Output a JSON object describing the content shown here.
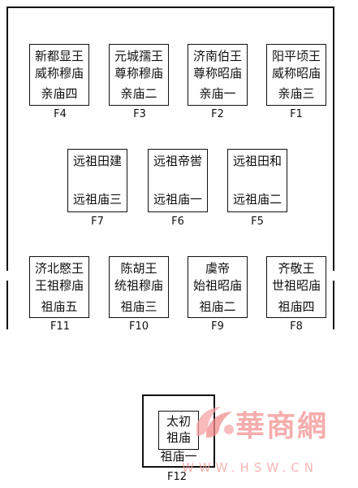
{
  "row1": [
    {
      "line1": "新都显王",
      "line2": "威称穆庙",
      "line3": "亲庙四",
      "code": "F4"
    },
    {
      "line1": "元城孺王",
      "line2": "尊称穆庙",
      "line3": "亲庙二",
      "code": "F3"
    },
    {
      "line1": "济南伯王",
      "line2": "尊称昭庙",
      "line3": "亲庙一",
      "code": "F2"
    },
    {
      "line1": "阳平顷王",
      "line2": "威称昭庙",
      "line3": "亲庙三",
      "code": "F1"
    }
  ],
  "row2": [
    {
      "line1": "远祖田建",
      "line3": "远祖庙三",
      "code": "F7"
    },
    {
      "line1": "远祖帝喾",
      "line3": "远祖庙一",
      "code": "F6"
    },
    {
      "line1": "远祖田和",
      "line3": "远祖庙二",
      "code": "F5"
    }
  ],
  "row3": [
    {
      "line1": "济北愍王",
      "line2": "王祖穆庙",
      "line3": "祖庙五",
      "code": "F11"
    },
    {
      "line1": "陈胡王",
      "line2": "统祖穆庙",
      "line3": "祖庙三",
      "code": "F10"
    },
    {
      "line1": "虞帝",
      "line2": "始祖昭庙",
      "line3": "祖庙二",
      "code": "F9"
    },
    {
      "line1": "齐敬王",
      "line2": "世祖昭庙",
      "line3": "祖庙四",
      "code": "F8"
    }
  ],
  "center": {
    "inner_text": "太初祖庙",
    "outer_text": "祖庙一",
    "code": "F12"
  },
  "watermark": {
    "brand": "華商網",
    "url": "WWW.HSW.CN"
  }
}
